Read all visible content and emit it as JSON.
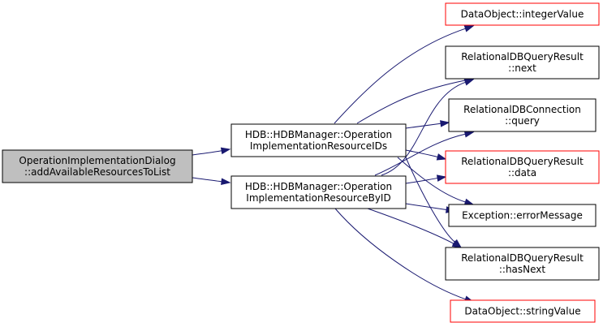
{
  "diagram": {
    "colors": {
      "edge": "#191970",
      "node_fill": "#ffffff",
      "root_fill": "#bfbfbf",
      "border_black": "#000000",
      "border_red": "#ff0000"
    },
    "nodes": [
      {
        "id": "root",
        "lines": [
          "OperationImplementationDialog",
          "::addAvailableResourcesToList"
        ],
        "style": "root"
      },
      {
        "id": "ids",
        "lines": [
          "HDB::HDBManager::Operation",
          "ImplementationResourceIDs"
        ],
        "style": "black"
      },
      {
        "id": "byid",
        "lines": [
          "HDB::HDBManager::Operation",
          "ImplementationResourceByID"
        ],
        "style": "black"
      },
      {
        "id": "intval",
        "lines": [
          "DataObject::integerValue"
        ],
        "style": "red"
      },
      {
        "id": "next",
        "lines": [
          "RelationalDBQueryResult",
          "::next"
        ],
        "style": "black"
      },
      {
        "id": "query",
        "lines": [
          "RelationalDBConnection",
          "::query"
        ],
        "style": "black"
      },
      {
        "id": "data",
        "lines": [
          "RelationalDBQueryResult",
          "::data"
        ],
        "style": "red"
      },
      {
        "id": "errmsg",
        "lines": [
          "Exception::errorMessage"
        ],
        "style": "black"
      },
      {
        "id": "hasnext",
        "lines": [
          "RelationalDBQueryResult",
          "::hasNext"
        ],
        "style": "black"
      },
      {
        "id": "strval",
        "lines": [
          "DataObject::stringValue"
        ],
        "style": "red"
      }
    ],
    "edges": [
      {
        "from": "root",
        "to": "ids"
      },
      {
        "from": "root",
        "to": "byid"
      },
      {
        "from": "ids",
        "to": "intval"
      },
      {
        "from": "ids",
        "to": "next"
      },
      {
        "from": "ids",
        "to": "query"
      },
      {
        "from": "ids",
        "to": "data"
      },
      {
        "from": "ids",
        "to": "errmsg"
      },
      {
        "from": "ids",
        "to": "hasnext"
      },
      {
        "from": "byid",
        "to": "next"
      },
      {
        "from": "byid",
        "to": "query"
      },
      {
        "from": "byid",
        "to": "data"
      },
      {
        "from": "byid",
        "to": "errmsg"
      },
      {
        "from": "byid",
        "to": "hasnext"
      },
      {
        "from": "byid",
        "to": "strval"
      }
    ]
  }
}
